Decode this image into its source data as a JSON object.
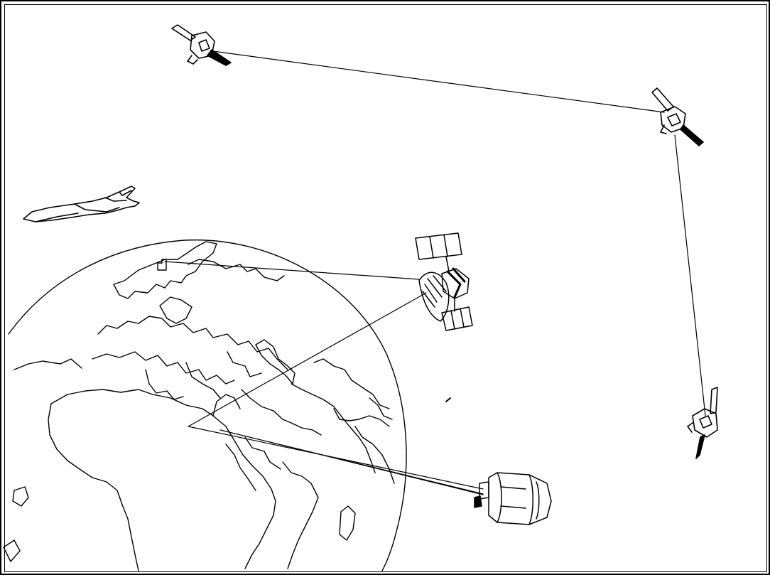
{
  "diagram": {
    "colors": {
      "stroke": "#000000",
      "background": "#ffffff",
      "panel": "#ffffff"
    },
    "elements": [
      "earth-globe",
      "space-shuttle",
      "relay-satellite-top-left",
      "relay-satellite-top-right",
      "relay-satellite-right",
      "central-satellite-with-dish",
      "space-station-module",
      "ground-station"
    ],
    "links": [
      "sat-top-left-to-sat-top-right",
      "sat-top-right-to-sat-right",
      "ground-station-to-central-satellite",
      "earth-point-to-central-satellite",
      "earth-point-to-station-module"
    ]
  }
}
